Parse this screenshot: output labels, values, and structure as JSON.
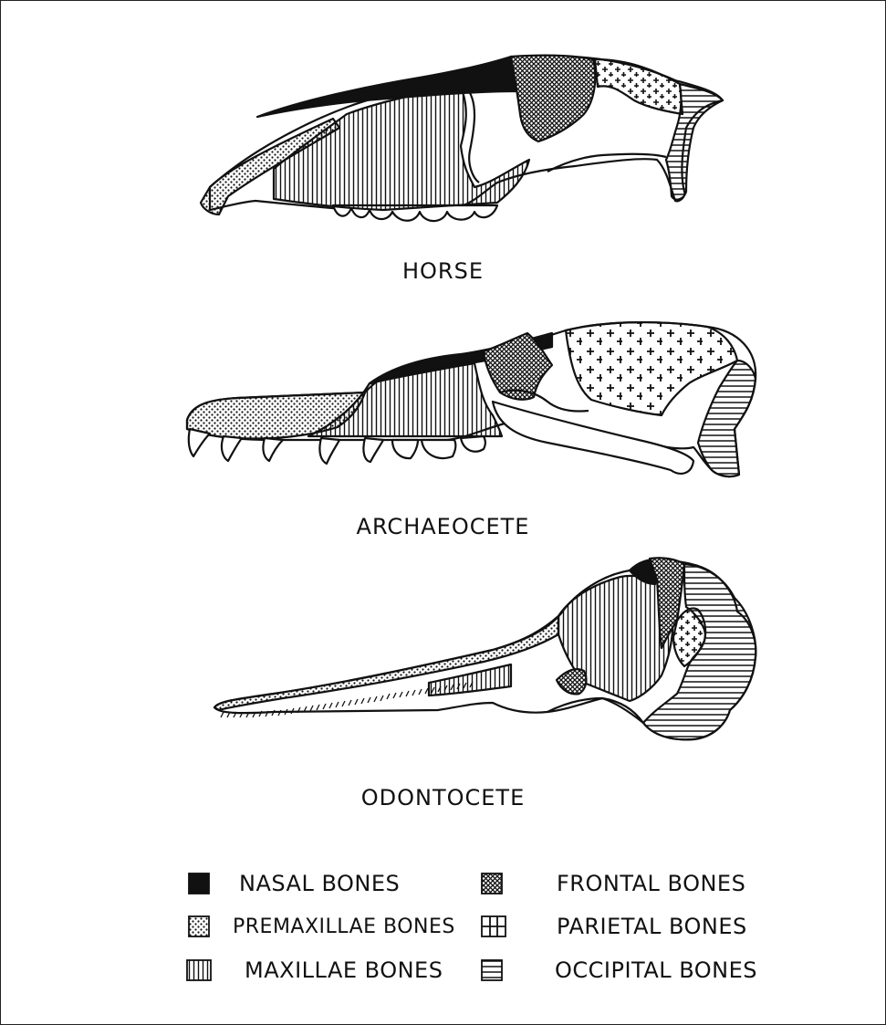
{
  "skulls": [
    {
      "id": "horse",
      "label": "HORSE"
    },
    {
      "id": "archaeocete",
      "label": "ARCHAEOCETE"
    },
    {
      "id": "odontocete",
      "label": "ODONTOCETE"
    }
  ],
  "legend": [
    {
      "label": "NASAL BONES",
      "pattern": "solid"
    },
    {
      "label": "FRONTAL BONES",
      "pattern": "crosshatch"
    },
    {
      "label": "PREMAXILLAE BONES",
      "pattern": "dots"
    },
    {
      "label": "PARIETAL BONES",
      "pattern": "plus"
    },
    {
      "label": "MAXILLAE BONES",
      "pattern": "vertical-lines"
    },
    {
      "label": "OCCIPITAL BONES",
      "pattern": "horizontal-lines"
    }
  ]
}
